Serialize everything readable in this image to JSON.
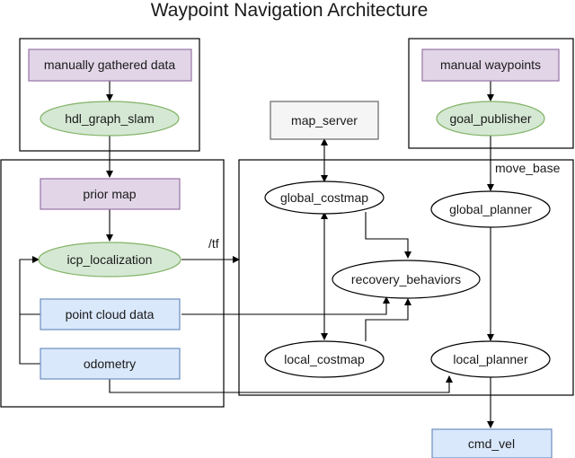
{
  "title": "Waypoint Navigation Architecture",
  "colors": {
    "purple_fill": "#e1d5e7",
    "purple_stroke": "#9673a6",
    "green_fill": "#d5e8d4",
    "green_stroke": "#82b366",
    "blue_fill": "#dae8fc",
    "blue_stroke": "#6c8ebf",
    "gray_fill": "#f5f5f5",
    "gray_stroke": "#666666"
  },
  "nodes": {
    "manual_data": "manually gathered data",
    "hdl_graph_slam": "hdl_graph_slam",
    "manual_waypoints": "manual waypoints",
    "goal_publisher": "goal_publisher",
    "map_server": "map_server",
    "prior_map": "prior map",
    "icp_localization": "icp_localization",
    "point_cloud": "point cloud data",
    "odometry": "odometry",
    "global_costmap": "global_costmap",
    "recovery_behaviors": "recovery_behaviors",
    "local_costmap": "local_costmap",
    "global_planner": "global_planner",
    "local_planner": "local_planner",
    "cmd_vel": "cmd_vel"
  },
  "labels": {
    "move_base": "move_base",
    "tf": "/tf"
  }
}
